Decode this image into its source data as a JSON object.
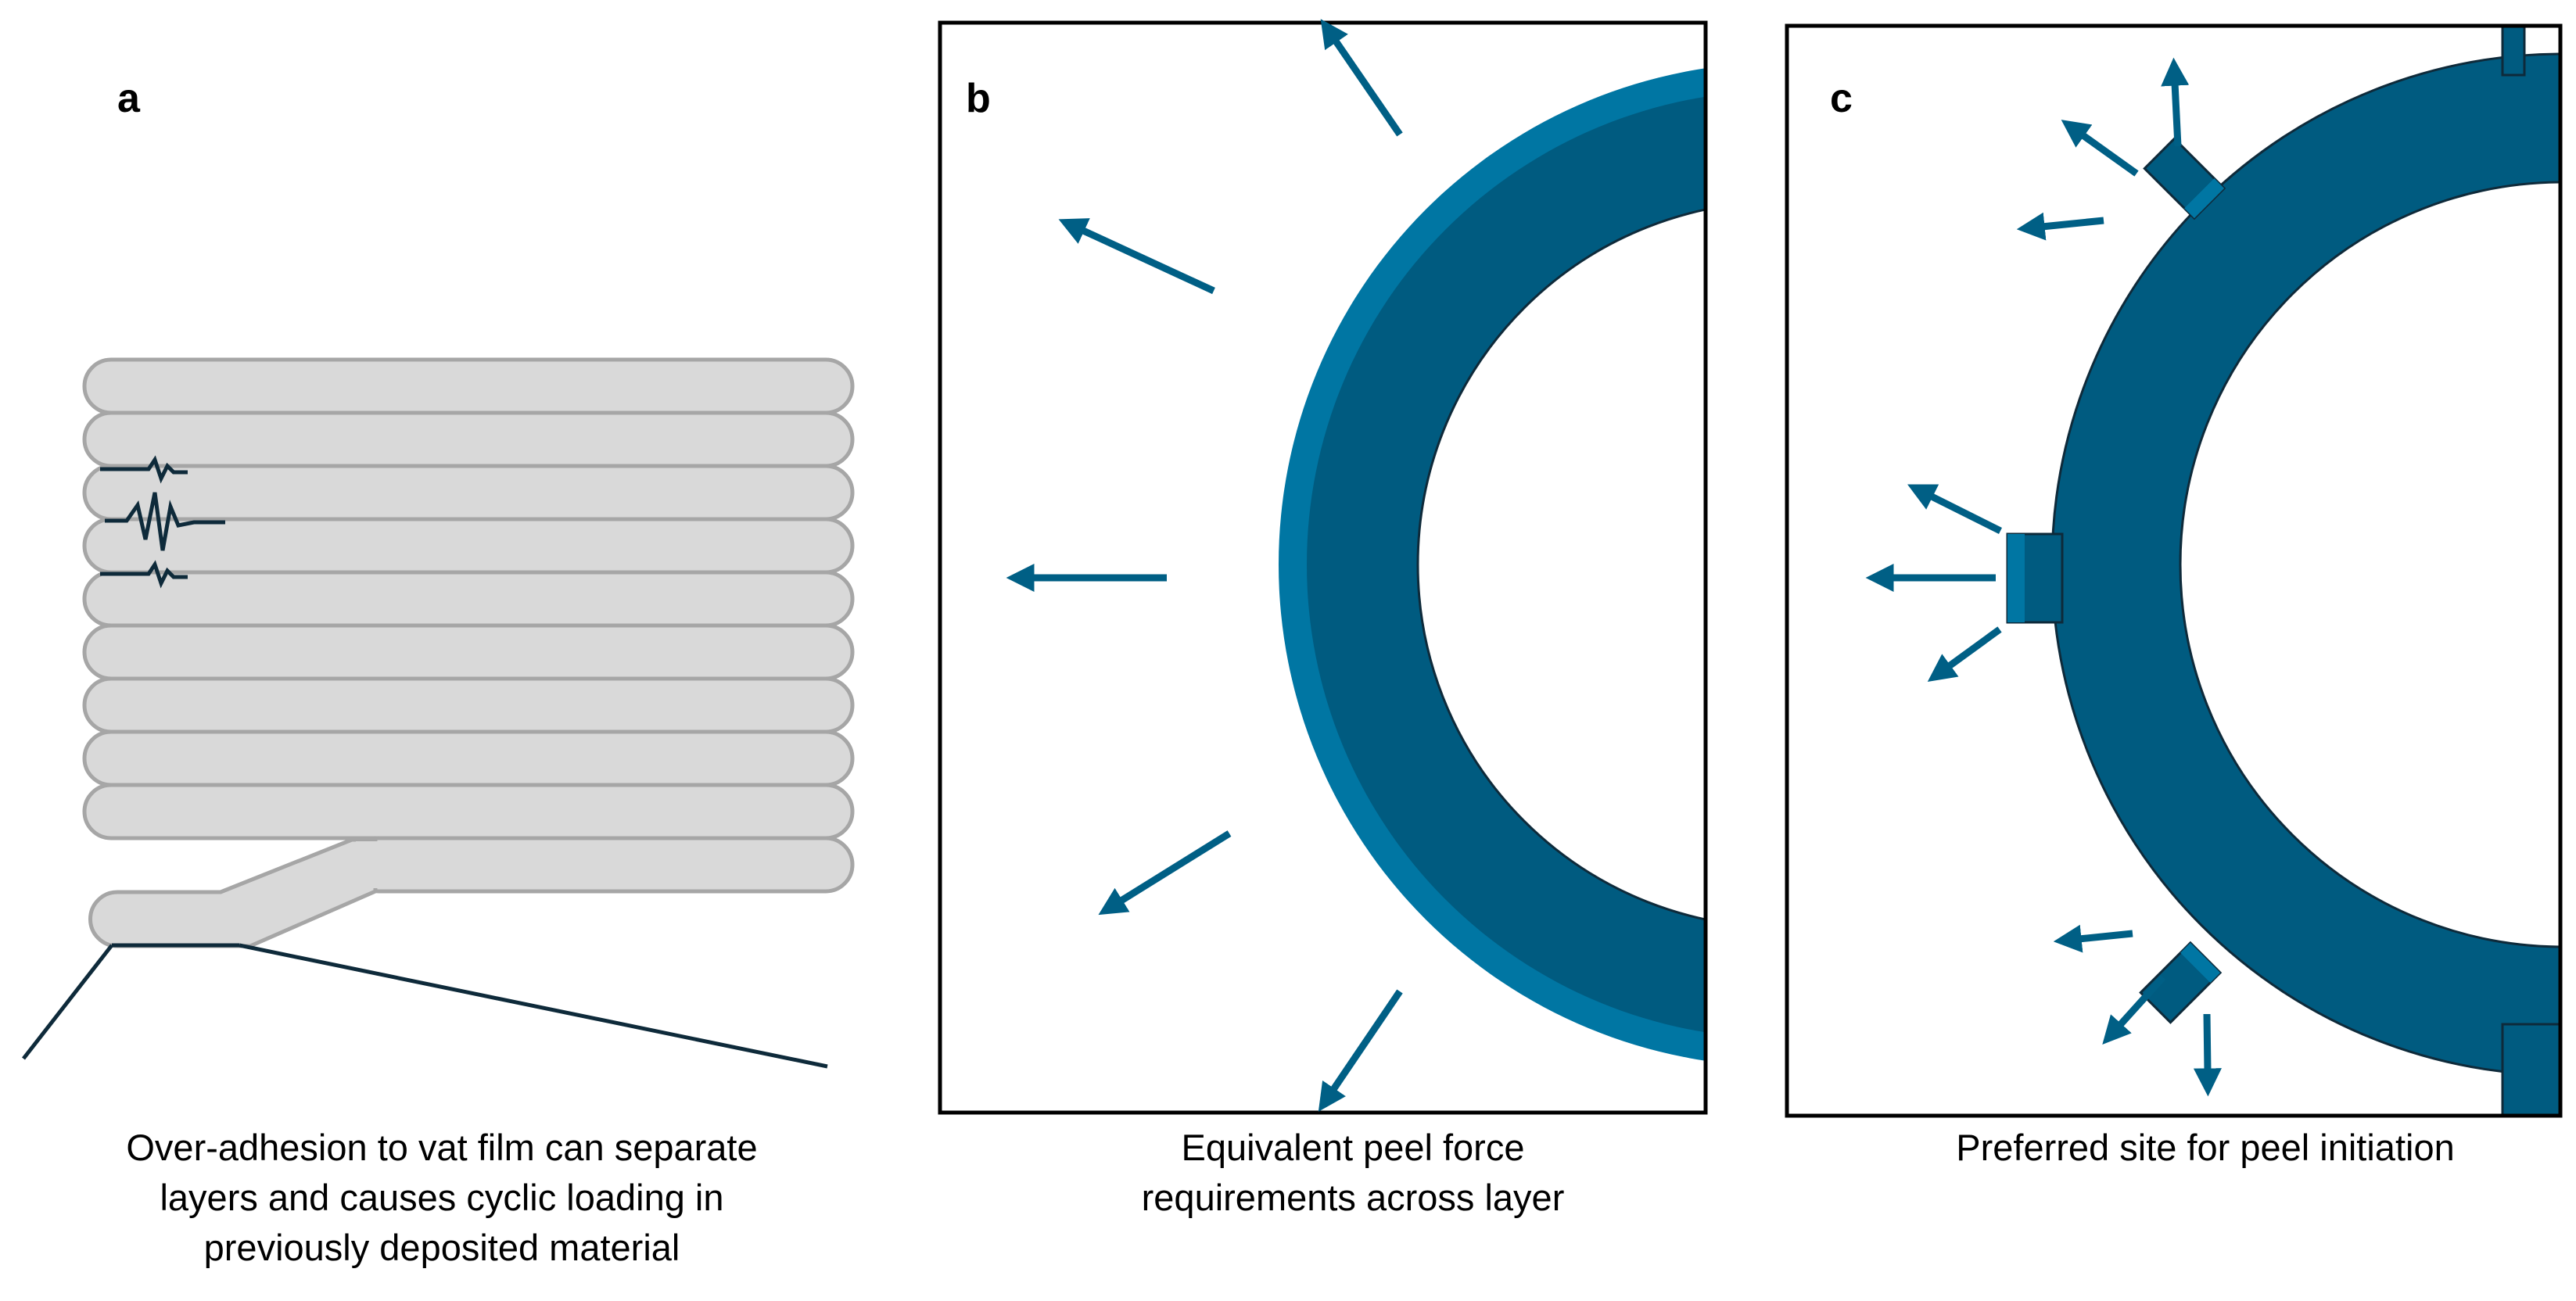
{
  "colors": {
    "ring_dark": "#005b80",
    "ring_light": "#0076a3",
    "arrow": "#005f85",
    "layer_fill": "#d9d9d9",
    "layer_stroke": "#a6a6a6",
    "crack": "#0e2a3a",
    "frame": "#000000",
    "background": "#ffffff"
  },
  "icons": {
    "peel_arrow": "arrow-icon",
    "crack": "crack-icon"
  },
  "panels": [
    {
      "letter": "a",
      "caption_lines": [
        "Over-adhesion to vat film can separate",
        "layers and causes cyclic loading in",
        "previously deposited material"
      ]
    },
    {
      "letter": "b",
      "caption_lines": [
        "Equivalent peel force",
        "requirements across layer"
      ]
    },
    {
      "letter": "c",
      "caption_lines": [
        "Preferred site for peel initiation"
      ]
    }
  ]
}
